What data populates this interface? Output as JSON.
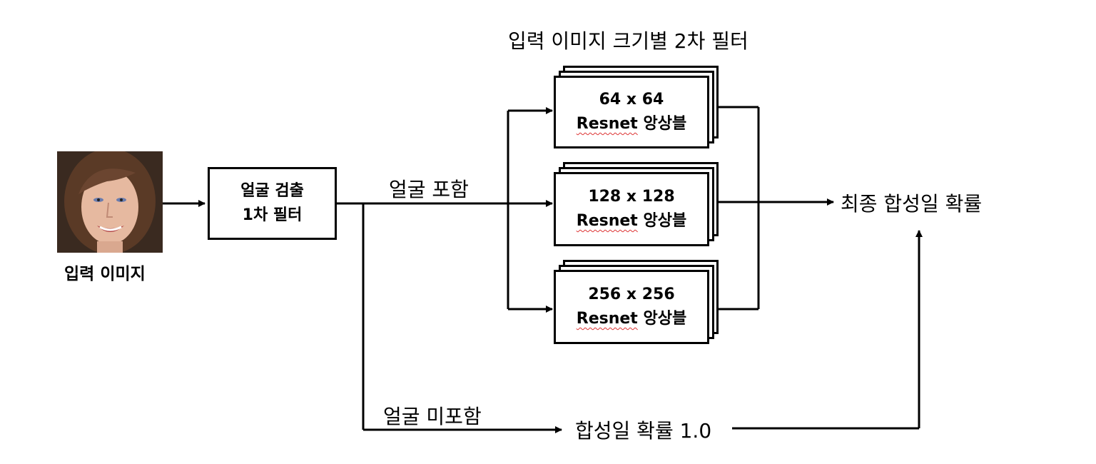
{
  "input": {
    "caption": "입력 이미지"
  },
  "first_filter": {
    "line1": "얼굴 검출",
    "line2": "1차 필터"
  },
  "edge_labels": {
    "face_included": "얼굴 포함",
    "face_not_included": "얼굴 미포함"
  },
  "second_stage_title": "입력 이미지 크기별 2차 필터",
  "ensembles": [
    {
      "size": "64 x 64",
      "model": "Resnet",
      "suffix": "앙상블"
    },
    {
      "size": "128 x 128",
      "model": "Resnet",
      "suffix": "앙상블"
    },
    {
      "size": "256 x 256",
      "model": "Resnet",
      "suffix": "앙상블"
    }
  ],
  "no_face_output": "합성일 확률 1.0",
  "final_output": "최종 합성일 확률",
  "colors": {
    "line": "#000000",
    "spellcheck_underline": "#dd3333"
  }
}
